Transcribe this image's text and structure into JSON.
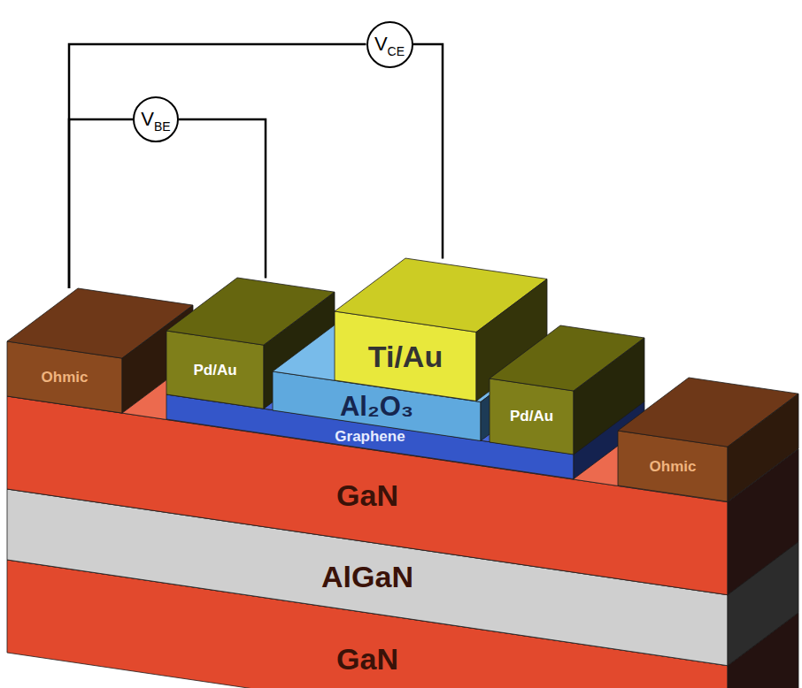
{
  "diagram": {
    "nodes": [
      {
        "text": [
          "V",
          "CE"
        ]
      },
      {
        "text": [
          "V",
          "BE"
        ]
      },
      {
        "text": [
          "Ohmic"
        ]
      },
      {
        "text": [
          "Pd/Au"
        ]
      },
      {
        "text": [
          "Ti/Au"
        ]
      },
      {
        "text": [
          "Al₂O₃"
        ]
      },
      {
        "text": [
          "Pd/Au"
        ]
      },
      {
        "text": [
          "Graphene"
        ]
      },
      {
        "text": [
          "Ohmic"
        ]
      },
      {
        "text": [
          "GaN"
        ]
      },
      {
        "text": [
          "AlGaN"
        ]
      },
      {
        "text": [
          "GaN"
        ]
      }
    ],
    "edges": [
      {
        "from": 0,
        "to": 2,
        "arrow": "none"
      },
      {
        "from": 0,
        "to": 4,
        "arrow": "none"
      },
      {
        "from": 1,
        "to": 2,
        "arrow": "none"
      },
      {
        "from": 1,
        "to": 3,
        "arrow": "none"
      }
    ]
  }
}
